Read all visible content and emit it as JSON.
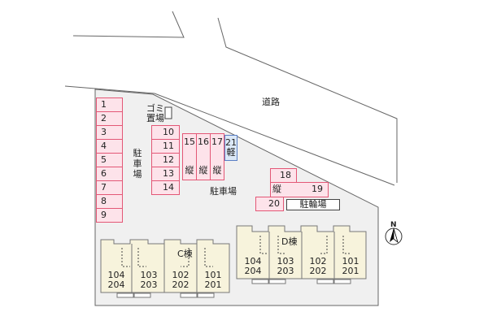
{
  "road_label": "道路",
  "garbage": {
    "line1": "ゴミ",
    "line2": "置場"
  },
  "parking_lot_vertical": [
    "駐",
    "車",
    "場"
  ],
  "parking_lot_label": "駐車場",
  "bicycle_parking": "駐輪場",
  "compass": "N",
  "spaces_left_column": [
    "1",
    "2",
    "3",
    "4",
    "5",
    "6",
    "7",
    "8",
    "9"
  ],
  "spaces_middle_column": [
    "10",
    "11",
    "12",
    "13",
    "14"
  ],
  "spaces_vertical": [
    {
      "number": "15",
      "tag": "縦"
    },
    {
      "number": "16",
      "tag": "縦"
    },
    {
      "number": "17",
      "tag": "縦"
    }
  ],
  "space_kei": {
    "number": "21",
    "tag": "軽"
  },
  "space_18": "18",
  "space_19": {
    "number": "19",
    "tag": "縦"
  },
  "space_20": "20",
  "building_c": {
    "name": "C棟",
    "units": [
      {
        "lower": "104",
        "upper": "204"
      },
      {
        "lower": "103",
        "upper": "203"
      },
      {
        "lower": "102",
        "upper": "202"
      },
      {
        "lower": "101",
        "upper": "201"
      }
    ]
  },
  "building_d": {
    "name": "D棟",
    "units": [
      {
        "lower": "104",
        "upper": "204"
      },
      {
        "lower": "103",
        "upper": "203"
      },
      {
        "lower": "102",
        "upper": "202"
      },
      {
        "lower": "101",
        "upper": "201"
      }
    ]
  },
  "colors": {
    "parking_fill": "#fde3ea",
    "parking_stroke": "#e35776",
    "kei_fill": "#dbe8f7",
    "kei_stroke": "#5a7fc4",
    "lot_fill": "#f0f0f0",
    "building_fill": "#f7f3dc"
  }
}
